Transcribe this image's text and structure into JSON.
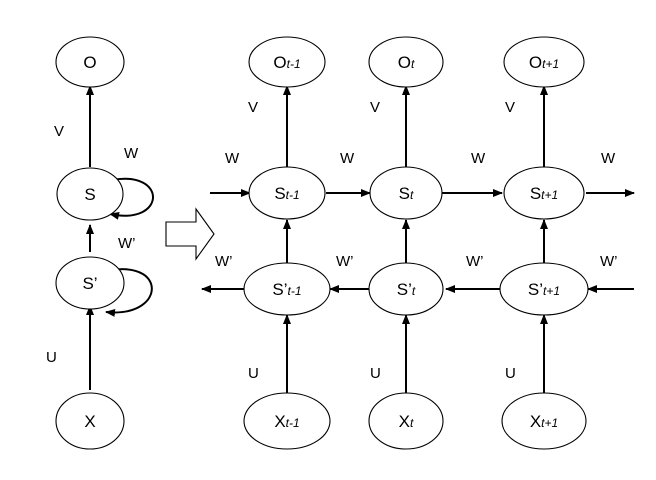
{
  "folded": {
    "nodes": {
      "O": {
        "label": "O",
        "sub": ""
      },
      "S": {
        "label": "S",
        "sub": ""
      },
      "S_prime": {
        "label": "S’",
        "sub": ""
      },
      "X": {
        "label": "X",
        "sub": ""
      }
    },
    "edges": {
      "V": "V",
      "W": "W",
      "W_prime": "W’",
      "U": "U"
    }
  },
  "unfolded": {
    "columns": [
      {
        "O": {
          "label": "O",
          "sub": "t-1"
        },
        "S": {
          "label": "S",
          "sub": "t-1"
        },
        "S_prime": {
          "label": "S’",
          "sub": "t-1"
        },
        "X": {
          "label": "X",
          "sub": "t-1"
        },
        "V": "V",
        "U": "U",
        "W_in": "W",
        "W_prime_out": "W’"
      },
      {
        "O": {
          "label": "O",
          "sub": "t"
        },
        "S": {
          "label": "S",
          "sub": "t"
        },
        "S_prime": {
          "label": "S’",
          "sub": "t"
        },
        "X": {
          "label": "X",
          "sub": "t"
        },
        "V": "V",
        "U": "U",
        "W_in": "W",
        "W_prime_out": "W’"
      },
      {
        "O": {
          "label": "O",
          "sub": "t+1"
        },
        "S": {
          "label": "S",
          "sub": "t+1"
        },
        "S_prime": {
          "label": "S’",
          "sub": "t+1"
        },
        "X": {
          "label": "X",
          "sub": "t+1"
        },
        "V": "V",
        "U": "U",
        "W_in": "W",
        "W_prime_out": "W’"
      }
    ],
    "trailing": {
      "W_out": "W",
      "W_prime_in": "W’"
    }
  }
}
